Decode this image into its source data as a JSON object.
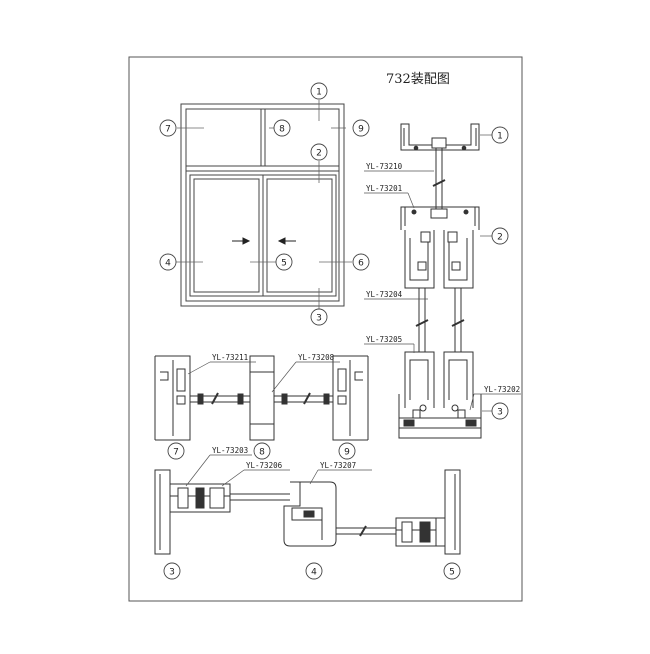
{
  "title": "732装配图",
  "codes": {
    "c73210": "YL-73210",
    "c73201": "YL-73201",
    "c73204": "YL-73204",
    "c73205": "YL-73205",
    "c73202": "YL-73202",
    "c73211": "YL-73211",
    "c73208": "YL-73208",
    "c73203": "YL-73203",
    "c73206": "YL-73206",
    "c73207": "YL-73207"
  },
  "callouts": {
    "n1": "1",
    "n2": "2",
    "n3": "3",
    "n4": "4",
    "n5": "5",
    "n6": "6",
    "n7": "7",
    "n8": "8",
    "n9": "9"
  }
}
